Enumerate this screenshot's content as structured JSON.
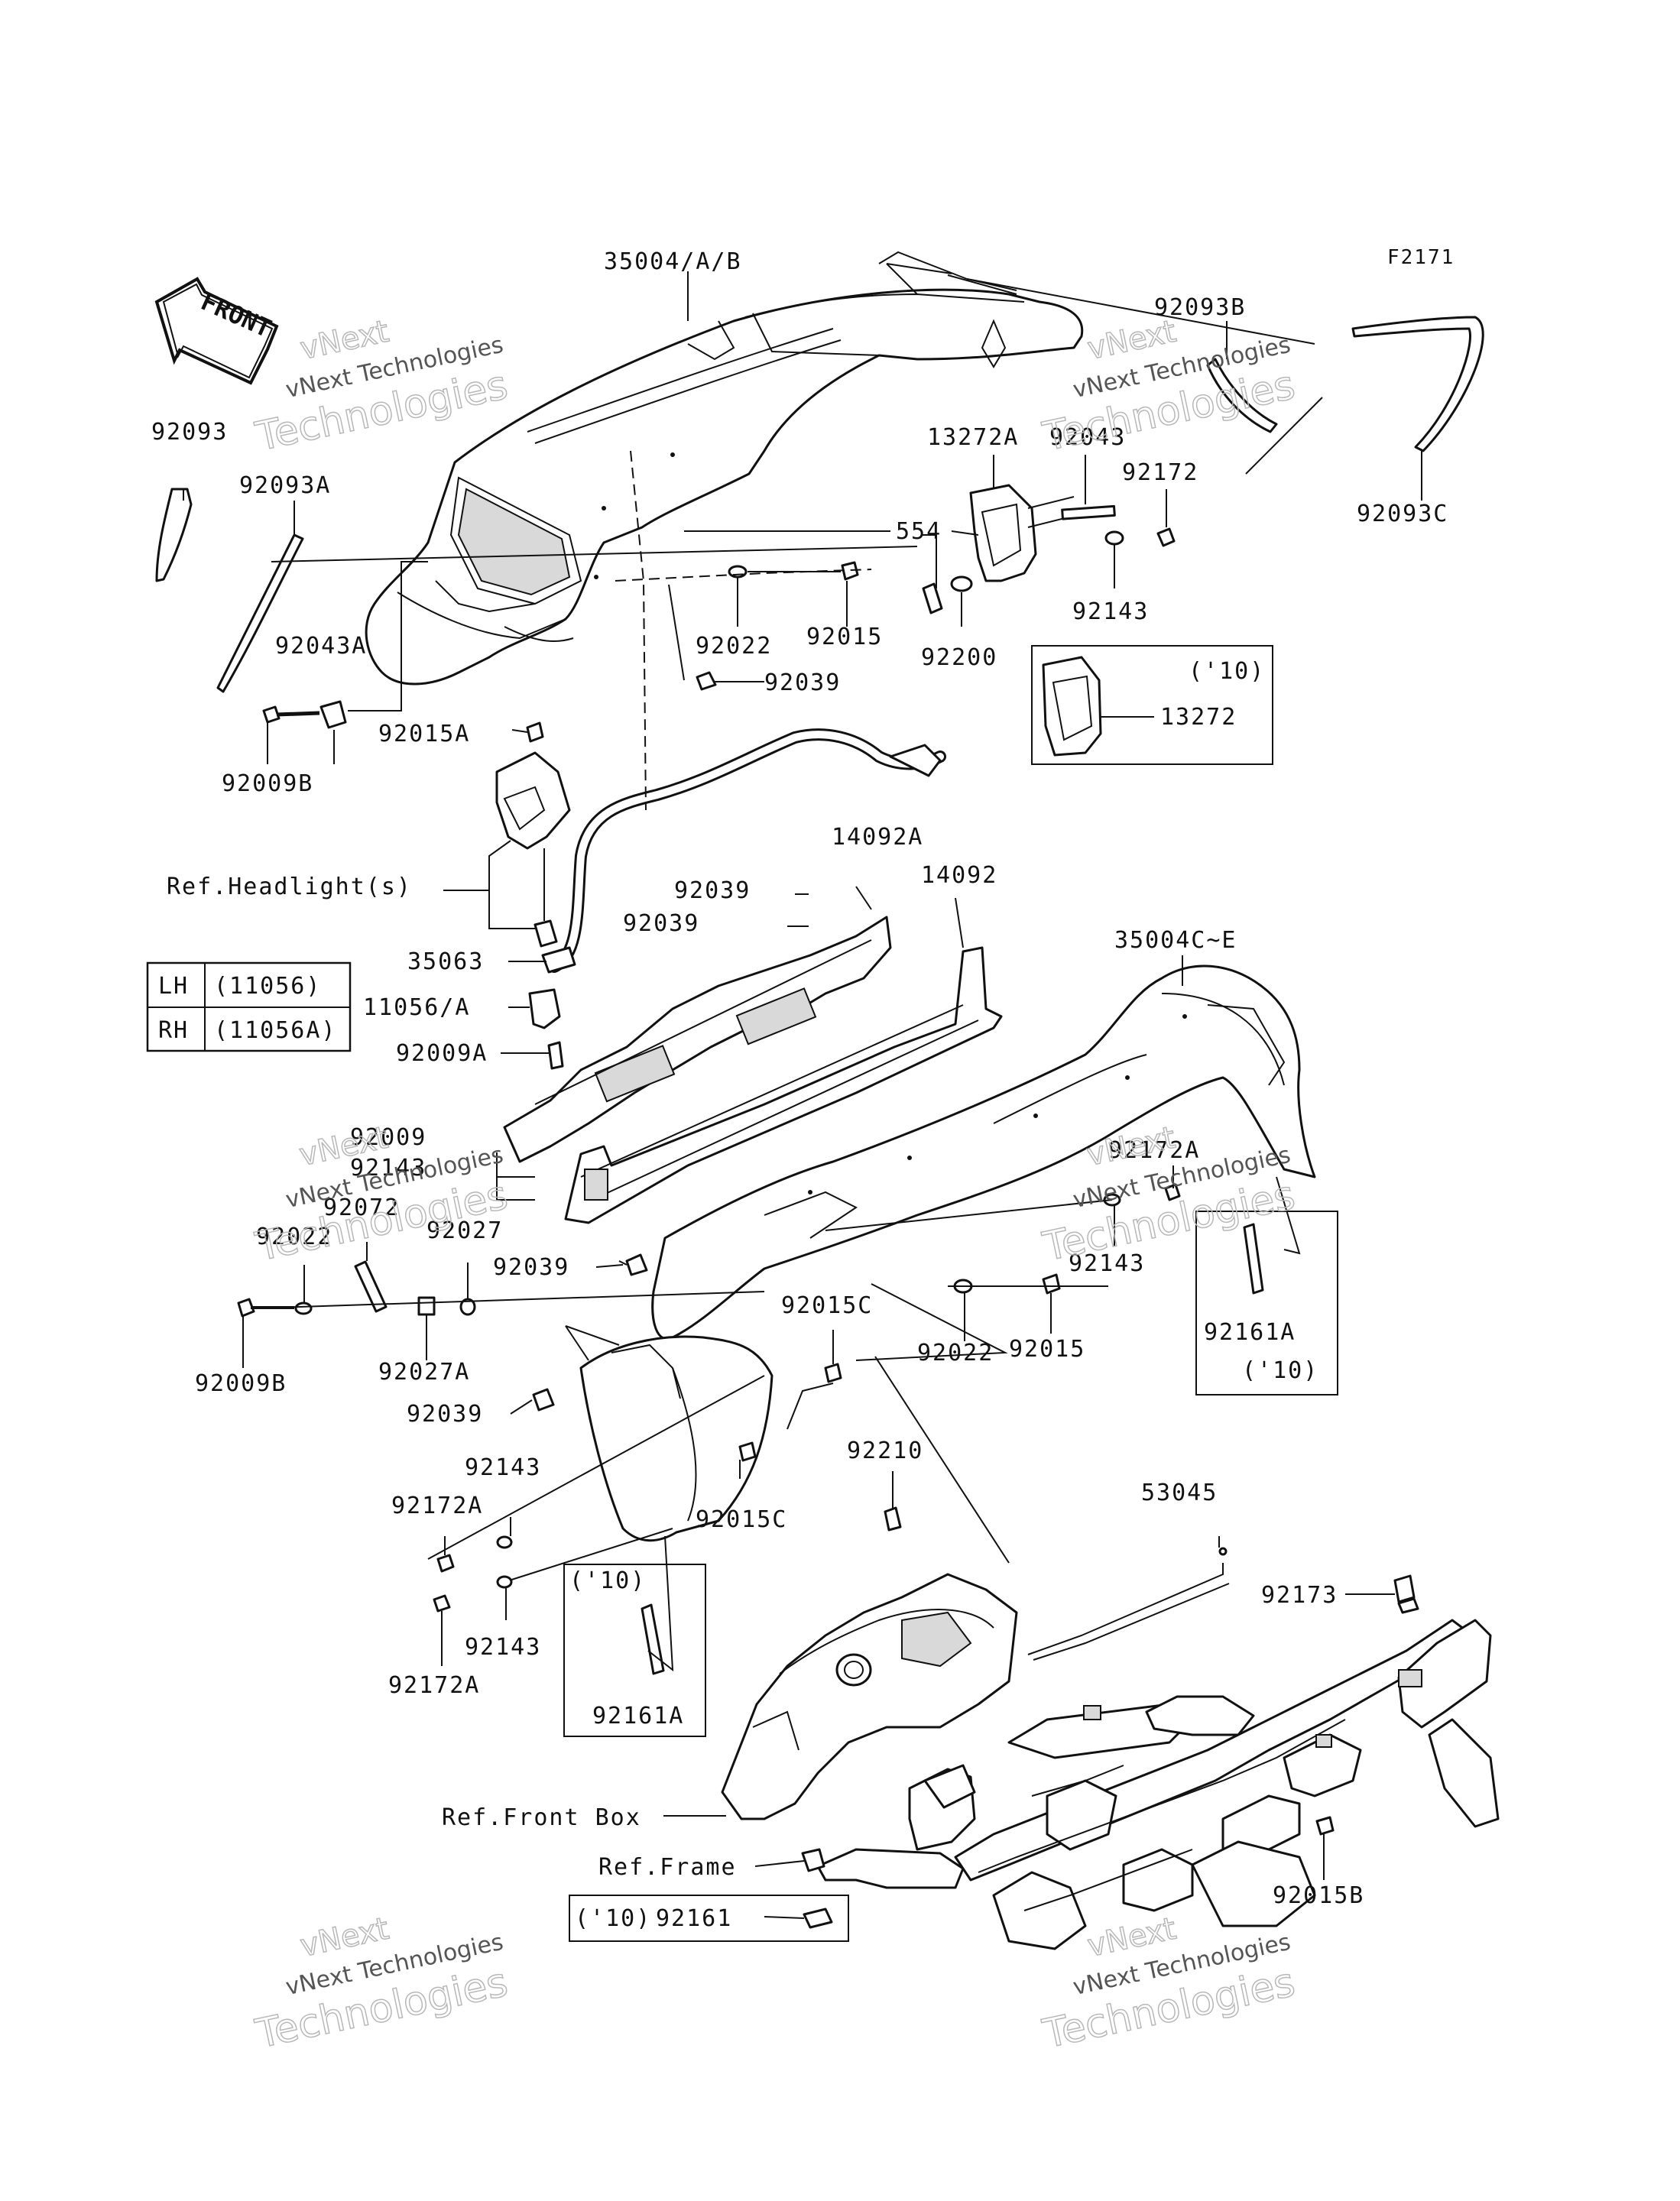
{
  "figure_code": "F2171",
  "front_arrow_label": "FRONT",
  "watermark": {
    "company_small": "vNext Technologies",
    "brand_line1": "vNext",
    "brand_line2": "Technologies"
  },
  "labels": {
    "p35004AB": "35004/A/B",
    "p92093B": "92093B",
    "p92093": "92093",
    "p92093A": "92093A",
    "p92093C": "92093C",
    "p13272A": "13272A",
    "p92043": "92043",
    "p92172": "92172",
    "p554": "554",
    "p92143_top": "92143",
    "p92022_top": "92022",
    "p92015_top": "92015",
    "p92200": "92200",
    "p92039_top": "92039",
    "p92043A": "92043A",
    "p92015A": "92015A",
    "p92009B_top": "92009B",
    "p13272": "13272",
    "p14092A": "14092A",
    "p14092": "14092",
    "p92039_a": "92039",
    "p92039_b": "92039",
    "ref_headlight": "Ref.Headlight(s)",
    "p35063": "35063",
    "p11056A": "11056/A",
    "p92009A": "92009A",
    "p35004CE": "35004C~E",
    "p92009": "92009",
    "p92143_obscured": "92143",
    "p92172A_right": "92172A",
    "p92072": "92072",
    "p92022_left": "92022",
    "p92027": "92027",
    "p92039_mid": "92039",
    "p92143_right": "92143",
    "p92015C_a": "92015C",
    "p92022_mid": "92022",
    "p92015_mid": "92015",
    "p92161A_right": "92161A",
    "p92009B_left": "92009B",
    "p92027A": "92027A",
    "p92039_low": "92039",
    "p92210": "92210",
    "p92143_low1": "92143",
    "p92172A_low1": "92172A",
    "p92015C_b": "92015C",
    "p53045": "53045",
    "p92173": "92173",
    "p92143_low2": "92143",
    "p92172A_low2": "92172A",
    "p92161A_low": "92161A",
    "ref_front_box": "Ref.Front Box",
    "ref_frame": "Ref.Frame",
    "p92161": "92161",
    "p92015B": "92015B"
  },
  "year_boxes": {
    "box_13272": "('10)",
    "box_92161A_right": "('10)",
    "box_92161A_low": "('10)",
    "box_92161": "('10)"
  },
  "lh_rh_table": {
    "rows": [
      {
        "side": "LH",
        "part": "(11056)"
      },
      {
        "side": "RH",
        "part": "(11056A)"
      }
    ]
  }
}
